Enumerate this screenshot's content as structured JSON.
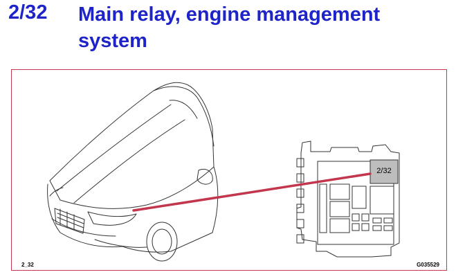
{
  "header": {
    "code": "2/32",
    "title": "Main relay, engine management system"
  },
  "figure": {
    "relay_label": "2/32",
    "figure_id": "2_32",
    "figure_code": "G035529"
  },
  "colors": {
    "title": "#1f24c8",
    "frame_border": "#c2364e",
    "leader_line": "#c2364e",
    "relay_highlight": "#bdbdbd"
  }
}
